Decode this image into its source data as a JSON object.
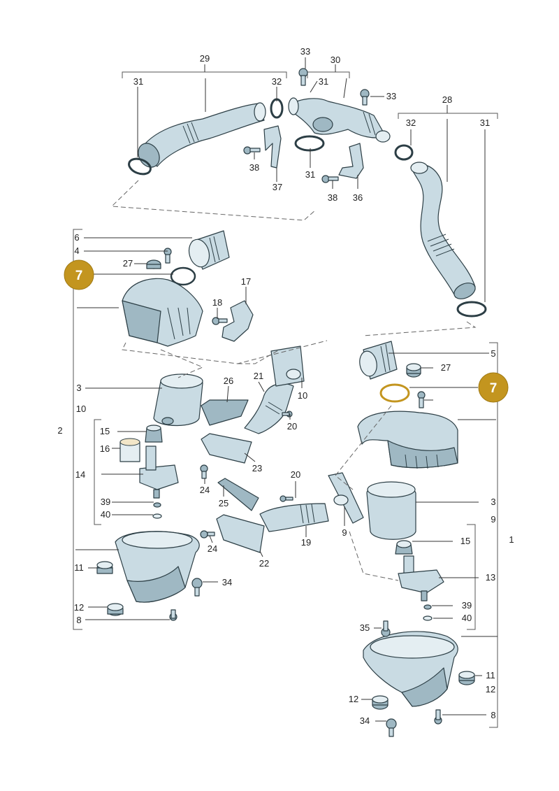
{
  "callout": {
    "number": "7",
    "color": "#c3951f"
  },
  "labels": {
    "l29": "29",
    "l30": "30",
    "l33a": "33",
    "l31a": "31",
    "l32a": "32",
    "l31b": "31",
    "l33b": "33",
    "l28": "28",
    "l32b": "32",
    "l31c": "31",
    "l38a": "38",
    "l37": "37",
    "l31d": "31",
    "l38b": "38",
    "l36": "36",
    "l6": "6",
    "l4": "4",
    "l27a": "27",
    "l17": "17",
    "l18": "18",
    "l3a": "3",
    "l26": "26",
    "l21": "21",
    "l10a": "10",
    "l10b": "10",
    "l2": "2",
    "l15a": "15",
    "l16": "16",
    "l20a": "20",
    "l14": "14",
    "l23": "23",
    "l24a": "24",
    "l39a": "39",
    "l40a": "40",
    "l25": "25",
    "l20b": "20",
    "l11a": "11",
    "l24b": "24",
    "l22": "22",
    "l19": "19",
    "l9a": "9",
    "l34a": "34",
    "l12a": "12",
    "l8a": "8",
    "l5": "5",
    "l27b": "27",
    "l3b": "3",
    "l9b": "9",
    "l1": "1",
    "l15b": "15",
    "l13": "13",
    "l39b": "39",
    "l40b": "40",
    "l35": "35",
    "l11b": "11",
    "l12b": "12",
    "l34b": "34",
    "l8b": "8"
  },
  "colors": {
    "part_fill": "#c9dbe3",
    "part_dark": "#9fb8c3",
    "outline": "#2c3e45"
  }
}
